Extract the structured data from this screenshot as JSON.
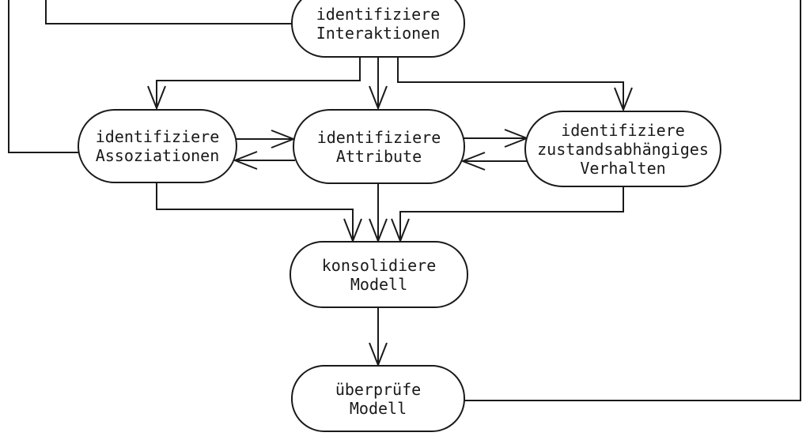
{
  "diagram": {
    "background_color": "#ffffff",
    "line_color": "#1a1a1a",
    "node_fill_color": "#ffffff",
    "nodes": {
      "interaktionen": {
        "lines": [
          "identifiziere",
          "Interaktionen"
        ]
      },
      "assoziationen": {
        "lines": [
          "identifiziere",
          "Assoziationen"
        ]
      },
      "attribute": {
        "lines": [
          "identifiziere",
          "Attribute"
        ]
      },
      "verhalten": {
        "lines": [
          "identifiziere",
          "zustandsabhängiges",
          "Verhalten"
        ]
      },
      "konsolidiere": {
        "lines": [
          "konsolidiere",
          "Modell"
        ]
      },
      "ueberpruefe": {
        "lines": [
          "überprüfe",
          "Modell"
        ]
      }
    },
    "edges": [
      {
        "from": "offscreen-top",
        "to": "assoziationen",
        "arrowhead": false
      },
      {
        "from": "offscreen-top",
        "to": "interaktionen",
        "arrowhead": false
      },
      {
        "from": "interaktionen",
        "to": "assoziationen",
        "arrowhead": true
      },
      {
        "from": "interaktionen",
        "to": "attribute",
        "arrowhead": true
      },
      {
        "from": "interaktionen",
        "to": "verhalten",
        "arrowhead": true
      },
      {
        "from": "assoziationen",
        "to": "attribute",
        "arrowhead": true
      },
      {
        "from": "attribute",
        "to": "assoziationen",
        "arrowhead": true
      },
      {
        "from": "attribute",
        "to": "verhalten",
        "arrowhead": true
      },
      {
        "from": "verhalten",
        "to": "attribute",
        "arrowhead": true
      },
      {
        "from": "assoziationen",
        "to": "konsolidiere",
        "arrowhead": true
      },
      {
        "from": "attribute",
        "to": "konsolidiere",
        "arrowhead": true
      },
      {
        "from": "verhalten",
        "to": "konsolidiere",
        "arrowhead": true
      },
      {
        "from": "konsolidiere",
        "to": "ueberpruefe",
        "arrowhead": true
      },
      {
        "from": "ueberpruefe",
        "to": "offscreen-top-right",
        "arrowhead": false
      }
    ]
  }
}
